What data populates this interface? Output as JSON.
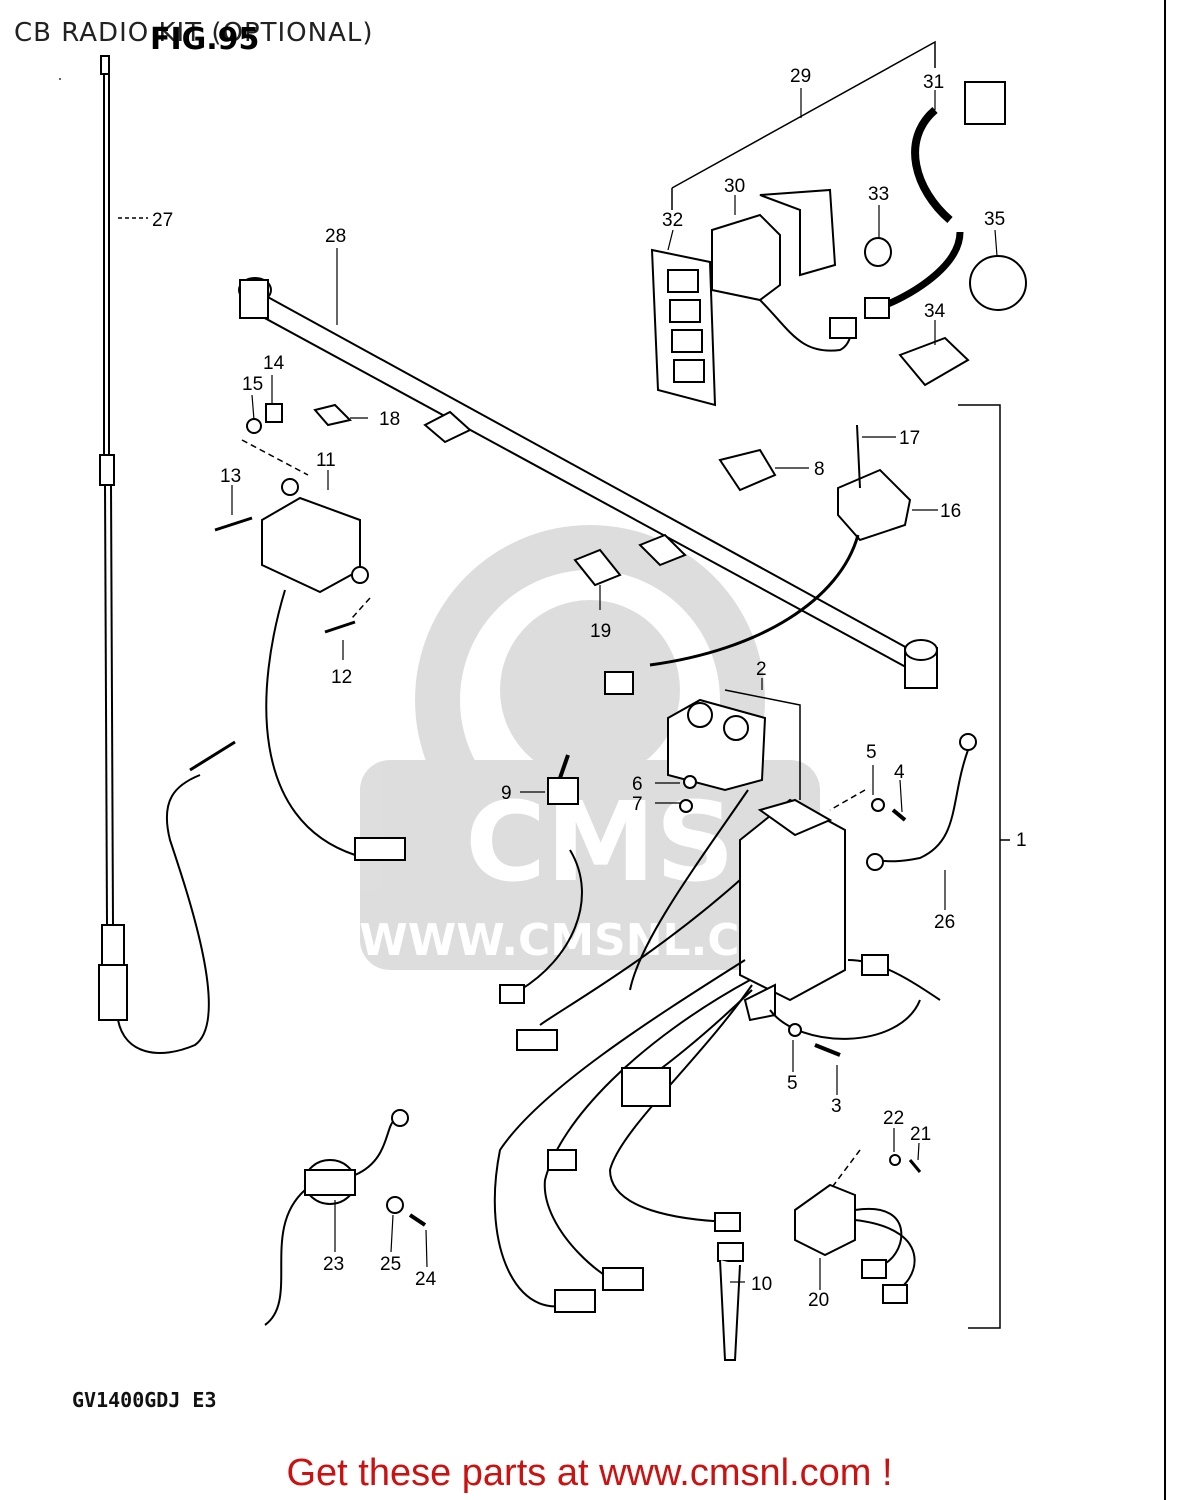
{
  "header": {
    "title": "CB RADIO KIT (OPTIONAL)",
    "fig": "FIG.95"
  },
  "model_code": "GV1400GDJ E3",
  "watermark": {
    "url": "WWW.CMSNL.COM",
    "logo": "CMS"
  },
  "footer": {
    "text": "Get these parts at www.cmsnl.com !",
    "color": "#cc1111"
  },
  "callouts": [
    {
      "id": "1"
    },
    {
      "id": "2"
    },
    {
      "id": "3"
    },
    {
      "id": "4"
    },
    {
      "id": "5"
    },
    {
      "id": "5"
    },
    {
      "id": "6"
    },
    {
      "id": "7"
    },
    {
      "id": "8"
    },
    {
      "id": "9"
    },
    {
      "id": "10"
    },
    {
      "id": "11"
    },
    {
      "id": "12"
    },
    {
      "id": "13"
    },
    {
      "id": "14"
    },
    {
      "id": "15"
    },
    {
      "id": "16"
    },
    {
      "id": "17"
    },
    {
      "id": "18"
    },
    {
      "id": "19"
    },
    {
      "id": "20"
    },
    {
      "id": "21"
    },
    {
      "id": "22"
    },
    {
      "id": "23"
    },
    {
      "id": "24"
    },
    {
      "id": "25"
    },
    {
      "id": "26"
    },
    {
      "id": "27"
    },
    {
      "id": "28"
    },
    {
      "id": "29"
    },
    {
      "id": "30"
    },
    {
      "id": "31"
    },
    {
      "id": "32"
    },
    {
      "id": "33"
    },
    {
      "id": "34"
    },
    {
      "id": "35"
    }
  ]
}
